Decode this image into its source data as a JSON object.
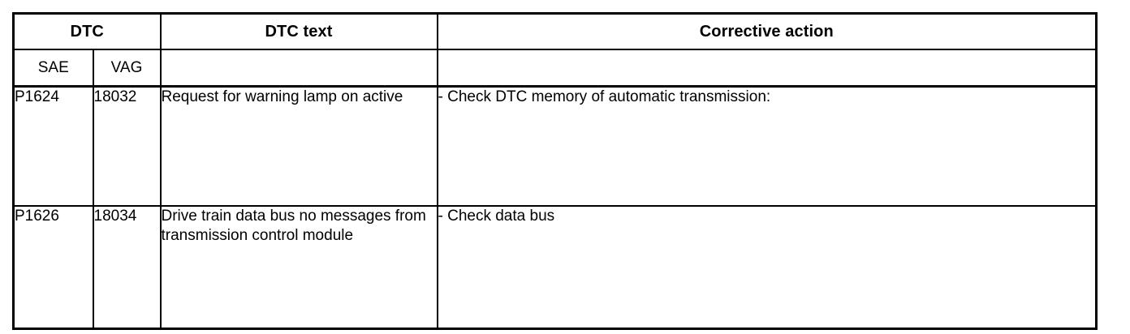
{
  "table": {
    "caption_kind": "dtc-fault-code-table",
    "header": {
      "group_label": "DTC",
      "columns": [
        {
          "key": "sae",
          "label": "SAE"
        },
        {
          "key": "vag",
          "label": "VAG"
        },
        {
          "key": "text",
          "label": "DTC text",
          "sub_label": ""
        },
        {
          "key": "corrective",
          "label": "Corrective action",
          "sub_label": ""
        }
      ]
    },
    "rows": [
      {
        "sae": "P1624",
        "vag": "18032",
        "dtc_text": "Request for warning lamp on active",
        "corrective_action": "- Check DTC memory of automatic transmission:"
      },
      {
        "sae": "P1626",
        "vag": "18034",
        "dtc_text": "Drive train data bus no messages from transmission control module",
        "corrective_action": "- Check data bus"
      }
    ]
  },
  "colors": {
    "rule": "#000000",
    "text": "#000000",
    "background": "#ffffff"
  }
}
